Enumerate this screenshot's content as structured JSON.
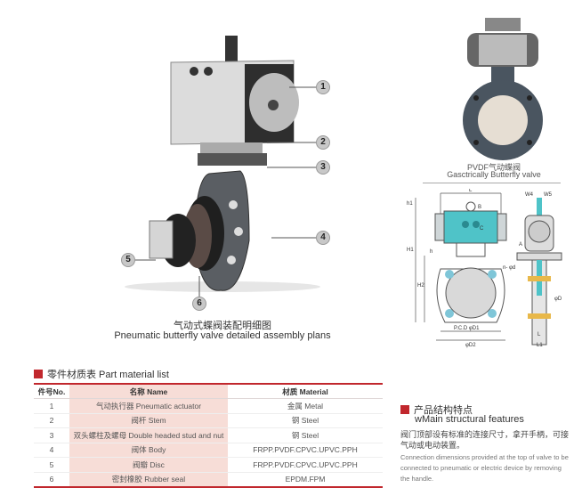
{
  "assembly": {
    "caption_cn": "气动式蝶阀装配明细图",
    "caption_en": "Pneumatic butterfly valve detailed assembly plans",
    "callouts": [
      "1",
      "2",
      "3",
      "4",
      "5",
      "6"
    ]
  },
  "product_photo": {
    "caption_cn": "PVDF气动蝶阀",
    "caption_en": "Gasctrically Butterfly valve"
  },
  "dimension_drawing": {
    "labels": {
      "L": "L",
      "h1": "h1",
      "H1": "H1",
      "H2": "H2",
      "h": "h",
      "B": "B",
      "C": "C",
      "nd": "n- φd",
      "pcd": "P.C.D φD1",
      "d2": "φD2",
      "w4": "W4",
      "w5": "W5",
      "a": "A",
      "d": "φD",
      "L_side": "L",
      "L1": "L1"
    }
  },
  "parts_table": {
    "title": "零件材质表 Part material list",
    "headers": [
      "件号No.",
      "名称 Name",
      "材质 Material"
    ],
    "rows": [
      {
        "no": "1",
        "name": "气动执行器 Pneumatic actuator",
        "material": "金属 Metal"
      },
      {
        "no": "2",
        "name": "阀杆 Stem",
        "material": "钢 Steel"
      },
      {
        "no": "3",
        "name": "双头螺柱及螺母 Double headed stud and nut",
        "material": "钢 Steel"
      },
      {
        "no": "4",
        "name": "阀体 Body",
        "material": "FRPP.PVDF.CPVC.UPVC.PPH"
      },
      {
        "no": "5",
        "name": "阀瓣 Disc",
        "material": "FRPP.PVDF.CPVC.UPVC.PPH"
      },
      {
        "no": "6",
        "name": "密封橡胶 Rubber seal",
        "material": "EPDM.FPM"
      }
    ]
  },
  "features": {
    "title_cn": "产品结构特点",
    "title_en": "wMain structural features",
    "body_cn": "阀门顶部设有标准的连接尺寸，拿开手柄，可接气动或电动装置。",
    "body_en": "Connection dimensions provided at the top of valve to be connected to pneumatic or electric device by removing the handle."
  },
  "colors": {
    "accent": "#c1272d",
    "table_pink": "#f7ddd7",
    "actuator_cyan": "#4fc3c8"
  }
}
